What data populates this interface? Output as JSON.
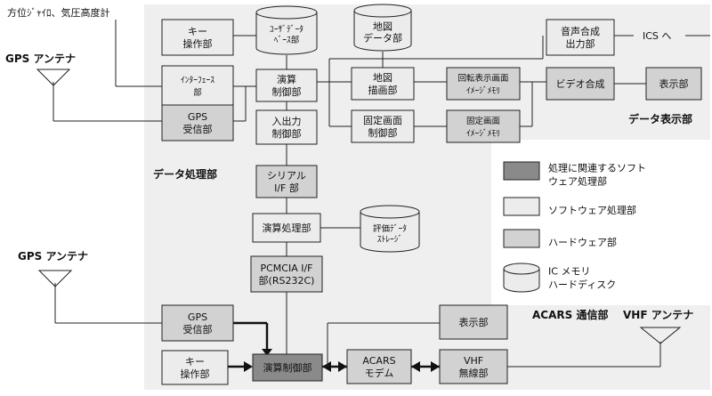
{
  "diagram": {
    "areas": {
      "display": "データ表示部",
      "processing": "データ処理部",
      "acars": "ACARS 通信部"
    },
    "antennas": {
      "gps_top": "GPS アンテナ",
      "gps_mid": "GPS アンテナ",
      "vhf": "VHF アンテナ"
    },
    "labels": {
      "sensors": "方位ｼﾞｬｲﾛ、気圧高度計",
      "ics": "ICS へ"
    },
    "boxes": {
      "key_top": [
        "キー",
        "操作部"
      ],
      "interface": [
        "ｲﾝﾀｰﾌｪｰｽ",
        "部"
      ],
      "gps_rx_top": [
        "GPS",
        "受信部"
      ],
      "calc_top": [
        "演算",
        "制御部"
      ],
      "io_ctrl": [
        "入出力",
        "制御部"
      ],
      "map_draw": [
        "地図",
        "描画部"
      ],
      "fixed_ctrl": [
        "固定画面",
        "制御部"
      ],
      "rot_mem": [
        "回転表示画面",
        "ｲﾒｰｼﾞﾒﾓﾘ"
      ],
      "fixed_mem": [
        "固定画面",
        "ｲﾒｰｼﾞﾒﾓﾘ"
      ],
      "voice": [
        "音声合成",
        "出力部"
      ],
      "video": [
        "ビデオ合成"
      ],
      "display_top": [
        "表示部"
      ],
      "serial": [
        "シリアル",
        "I/F 部"
      ],
      "calc_proc": [
        "演算処理部"
      ],
      "pcmcia": [
        "PCMCIA  I/F",
        "部(RS232C)"
      ],
      "gps_rx_bot": [
        "GPS",
        "受信部"
      ],
      "key_bot": [
        "キー",
        "操作部"
      ],
      "calc_bot": [
        "演算制御部"
      ],
      "acars_modem": [
        "ACARS",
        "モデム"
      ],
      "vhf_radio": [
        "VHF",
        "無線部"
      ],
      "display_bot": [
        "表示部"
      ]
    },
    "disks": {
      "user_data": [
        "ﾕｰｻﾞﾃﾞｰﾀ",
        "ﾍﾞｰｽ部"
      ],
      "map_data": [
        "地図",
        "データ部"
      ],
      "eval_storage": [
        "評価ﾃﾞｰﾀ",
        "ｽﾄﾚｰｼﾞ"
      ]
    },
    "legend": [
      {
        "kind": "related",
        "lines": [
          "処理に関連するソフト",
          "ウェア処理部"
        ]
      },
      {
        "kind": "software",
        "lines": [
          "ソフトウェア処理部"
        ]
      },
      {
        "kind": "hardware",
        "lines": [
          "ハードウェア部"
        ]
      },
      {
        "kind": "disk",
        "lines": [
          "IC メモリ",
          "ハードディスク"
        ]
      }
    ]
  }
}
